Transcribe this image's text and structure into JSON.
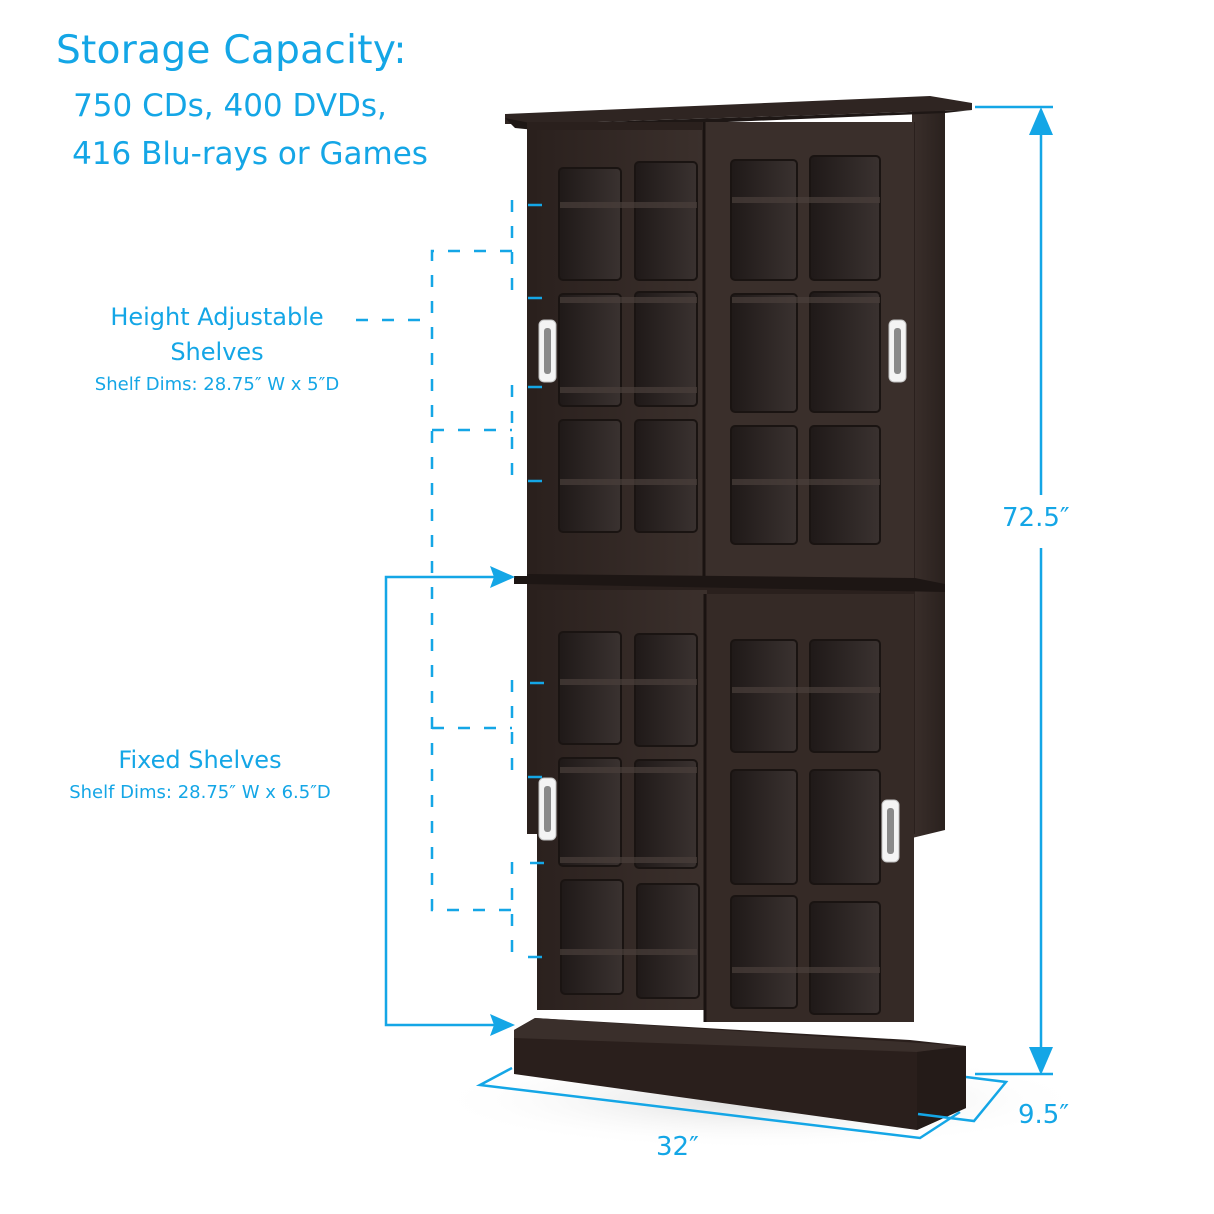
{
  "header": {
    "title": "Storage Capacity:",
    "capacity_line1": "750 CDs, 400 DVDs,",
    "capacity_line2": "416 Blu-rays or Games"
  },
  "callouts": {
    "adjustable": {
      "label_line1": "Height Adjustable",
      "label_line2": "Shelves",
      "dims": "Shelf Dims: 28.75″ W x 5″D"
    },
    "fixed": {
      "label": "Fixed Shelves",
      "dims": "Shelf Dims: 28.75″ W x 6.5″D"
    }
  },
  "dimensions": {
    "height": "72.5″",
    "depth": "9.5″",
    "width": "32″"
  },
  "colors": {
    "accent": "#14a6e6",
    "wood": "#2e2320",
    "wood_light": "#3d302c",
    "glass": "#25201f",
    "handle": "#f2f2f2"
  }
}
